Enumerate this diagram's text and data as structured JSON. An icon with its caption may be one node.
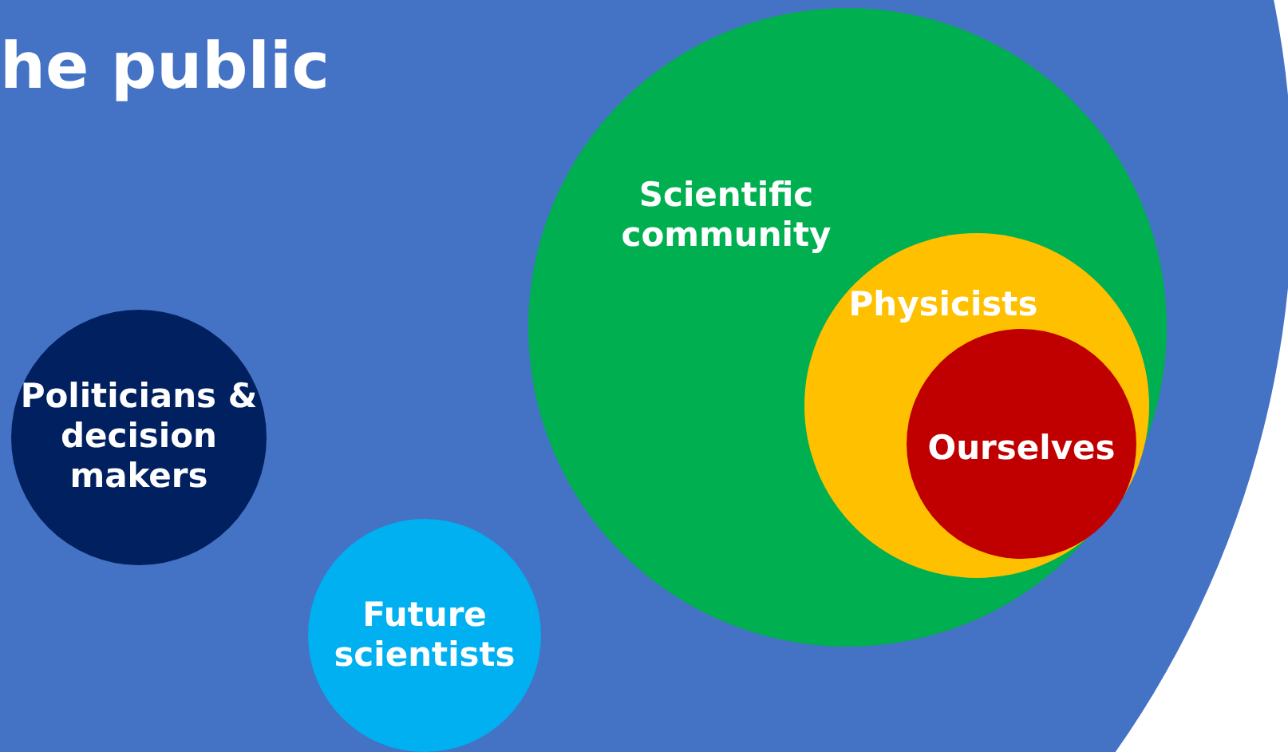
{
  "diagram": {
    "nodes": [
      {
        "text": [
          "he public"
        ]
      },
      {
        "text": [
          "Politicians & decision makers"
        ],
        "in": 0
      },
      {
        "text": [
          "Future scientists"
        ],
        "in": 0
      },
      {
        "text": [
          "Scientific community"
        ],
        "in": 0
      },
      {
        "text": [
          "Physicists"
        ],
        "in": 3
      },
      {
        "text": [
          "Ourselves"
        ],
        "in": 4
      }
    ]
  }
}
